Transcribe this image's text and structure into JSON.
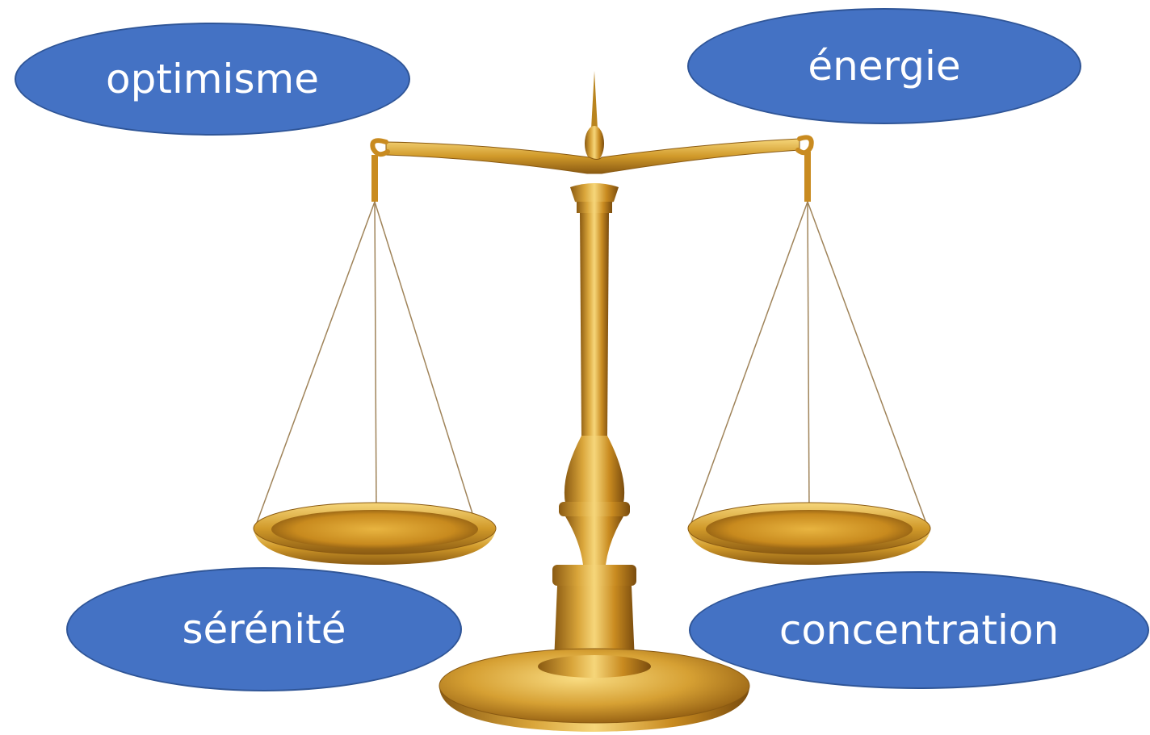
{
  "bubbles": {
    "top_left": "optimisme",
    "top_right": "énergie",
    "bottom_left": "sérénité",
    "bottom_right": "concentration"
  },
  "colors": {
    "bubble_fill": "#4472c4",
    "bubble_border": "#2f5597",
    "bubble_text": "#ffffff",
    "gold_light": "#f4cf6b",
    "gold_mid": "#d19a2a",
    "gold_dark": "#8a5a12"
  },
  "icons": {
    "center_image": "balance-scale-icon"
  }
}
